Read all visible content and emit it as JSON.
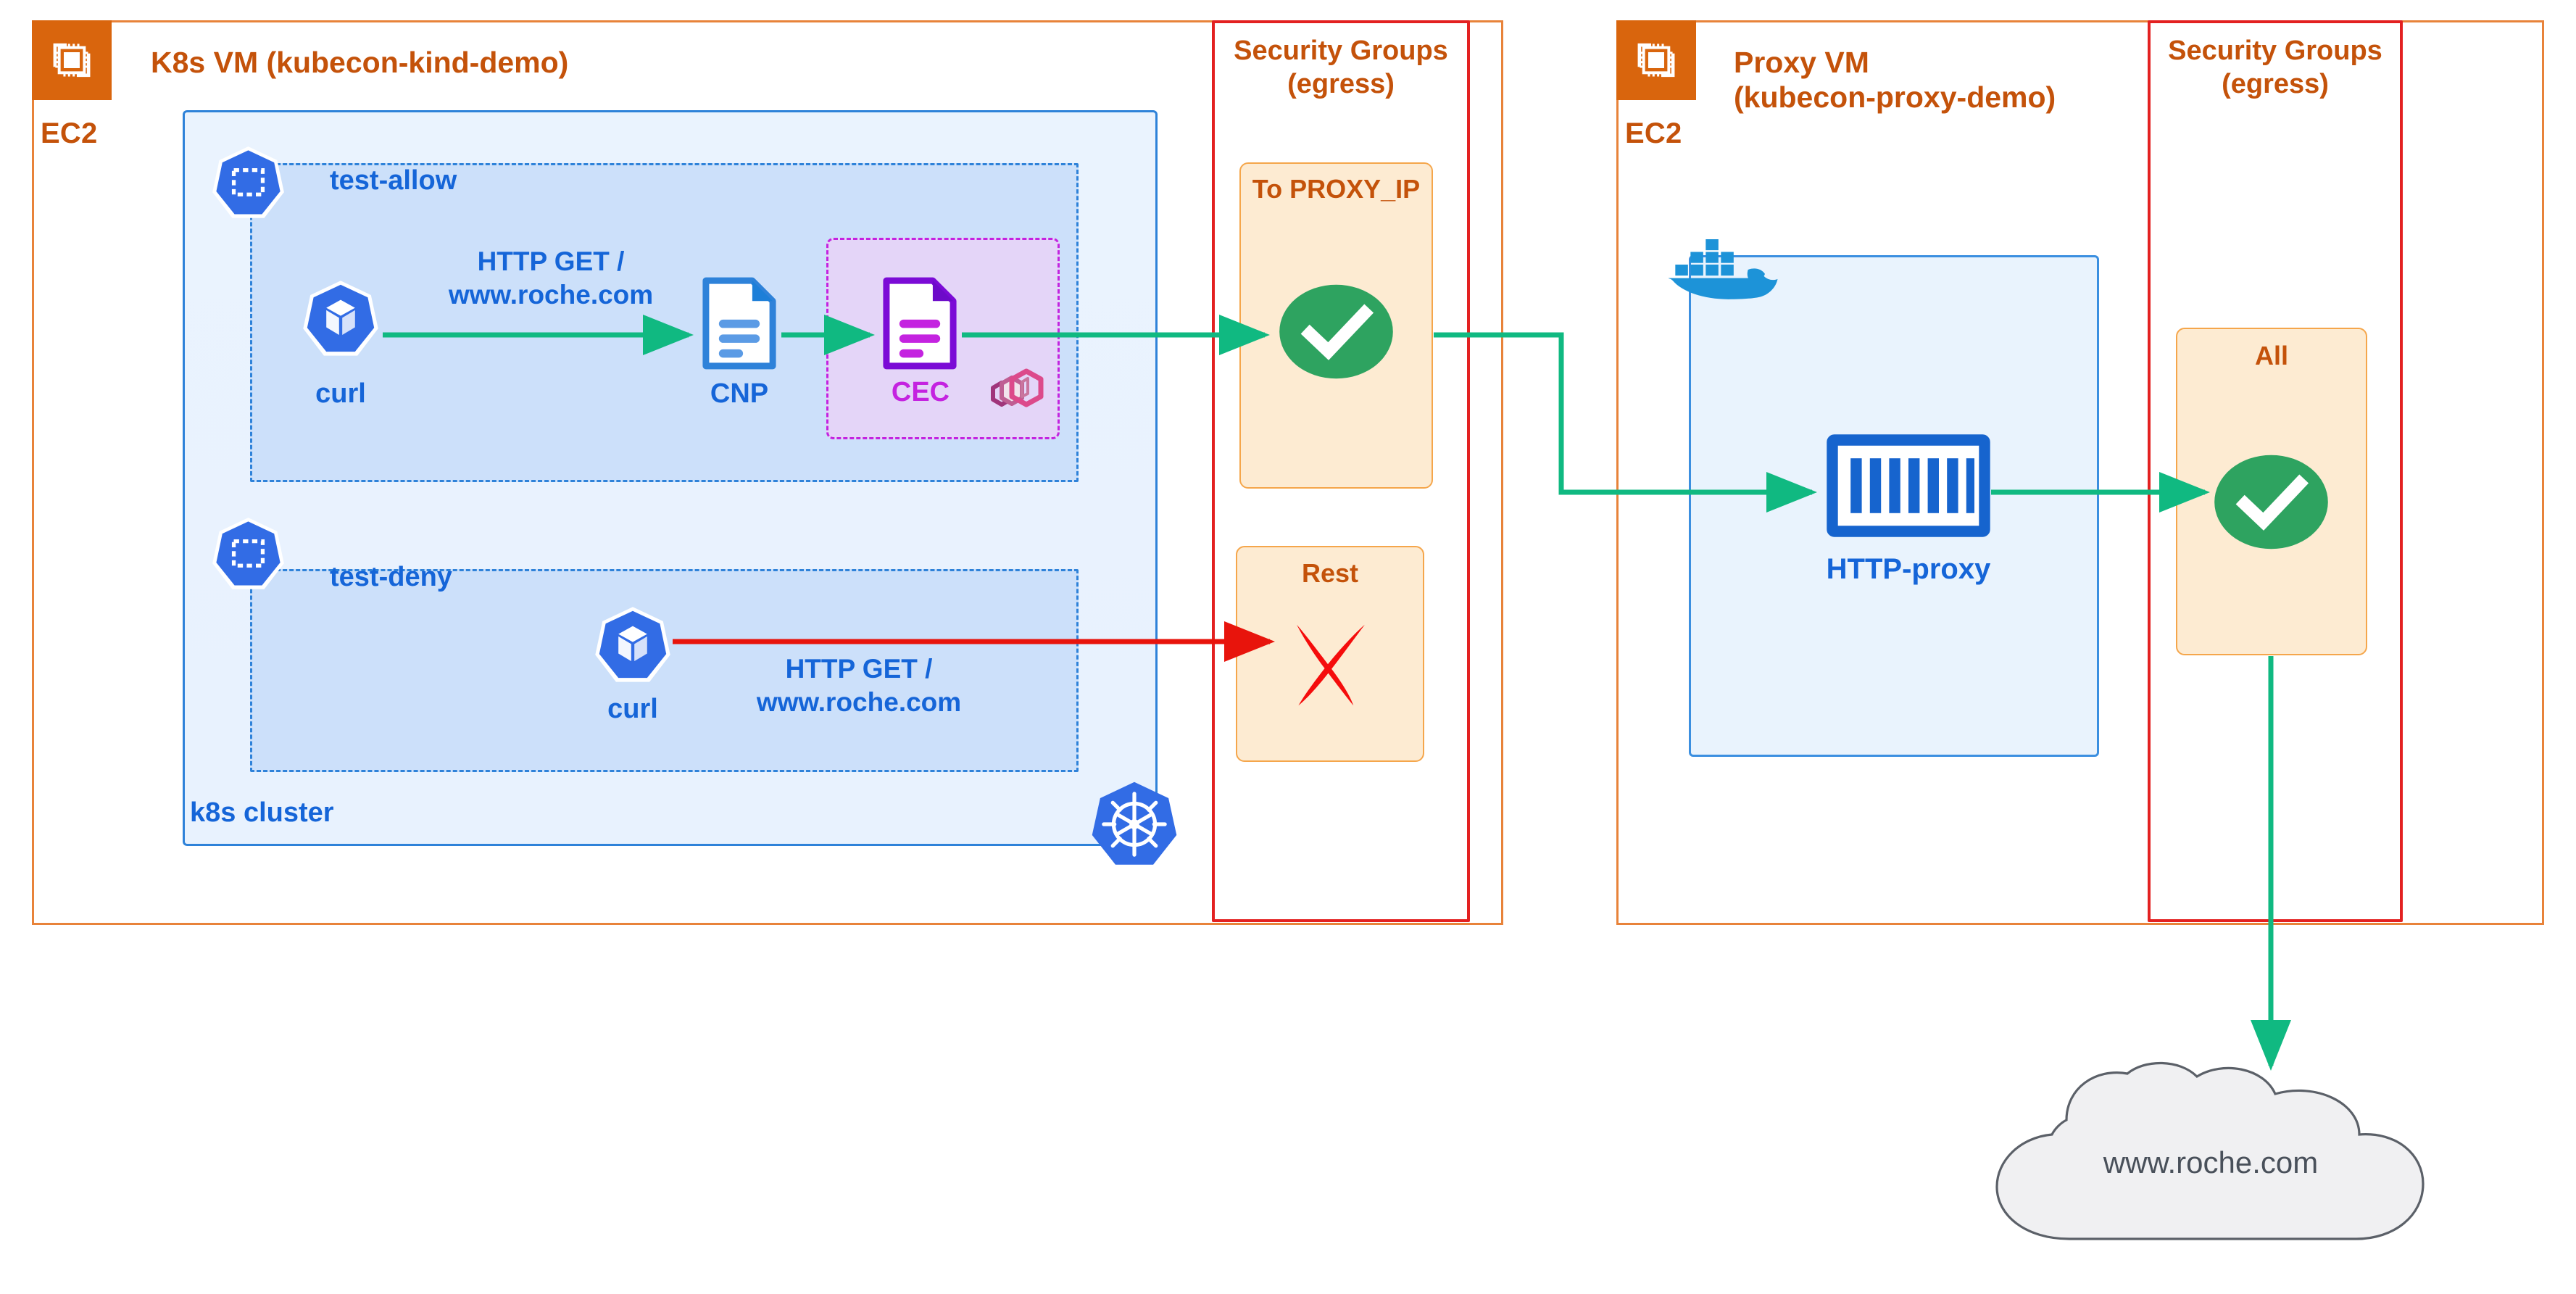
{
  "diagram": {
    "title": "Cilium egress via HTTP proxy architecture",
    "colors": {
      "aws_orange": "#D9650D",
      "vm_border": "#E8833A",
      "sg_border": "#E32121",
      "rule_fill": "#FDEBD2",
      "rule_border": "#F5A64B",
      "k8s_blue": "#1565D8",
      "allow_green": "#18A558",
      "flow_teal": "#10B981",
      "deny_red": "#E8140C",
      "cec_purple": "#C423E0",
      "envoy_pink": "#D7458A",
      "cluster_fill": "#EAF3FE",
      "namespace_fill": "#CCE0FA",
      "cloud_fill": "#F0F0F2"
    }
  },
  "k8s_vm": {
    "badge_label": "EC2",
    "badge_icon": "ec2-instances-icon",
    "title": "K8s VM (kubecon-kind-demo)",
    "cluster_label": "k8s cluster",
    "cluster_icon": "kubernetes-wheel-icon",
    "namespaces": [
      {
        "name": "test-allow",
        "icon": "kubernetes-namespace-icon",
        "pod": {
          "label": "curl",
          "icon": "kubernetes-pod-icon"
        },
        "request": {
          "line1": "HTTP GET /",
          "line2": "www.roche.com"
        },
        "resources": [
          {
            "label": "CNP",
            "icon": "policy-document-icon"
          },
          {
            "label": "CEC",
            "icon": "envoy-config-document-icon"
          }
        ],
        "envoy_icon": "envoy-hexagon-icon",
        "flow": "allow"
      },
      {
        "name": "test-deny",
        "icon": "kubernetes-namespace-icon",
        "pod": {
          "label": "curl",
          "icon": "kubernetes-pod-icon"
        },
        "request": {
          "line1": "HTTP GET /",
          "line2": "www.roche.com"
        },
        "resources": [],
        "flow": "deny"
      }
    ]
  },
  "k8s_security_groups": {
    "title_line1": "Security Groups",
    "title_line2": "(egress)",
    "rules": [
      {
        "label": "To PROXY_IP",
        "verdict": "allow",
        "verdict_icon": "green-check-circle-icon"
      },
      {
        "label": "Rest",
        "verdict": "deny",
        "verdict_icon": "red-x-icon"
      }
    ]
  },
  "proxy_vm": {
    "badge_label": "EC2",
    "badge_icon": "ec2-instances-icon",
    "title_line1": "Proxy VM",
    "title_line2": "(kubecon-proxy-demo)",
    "container_icon": "docker-whale-icon",
    "service": {
      "label": "HTTP-proxy",
      "icon": "http-proxy-barrier-icon"
    }
  },
  "proxy_security_groups": {
    "title_line1": "Security Groups",
    "title_line2": "(egress)",
    "rules": [
      {
        "label": "All",
        "verdict": "allow",
        "verdict_icon": "green-check-circle-icon"
      }
    ]
  },
  "internet": {
    "label": "www.roche.com",
    "icon": "cloud-icon"
  }
}
